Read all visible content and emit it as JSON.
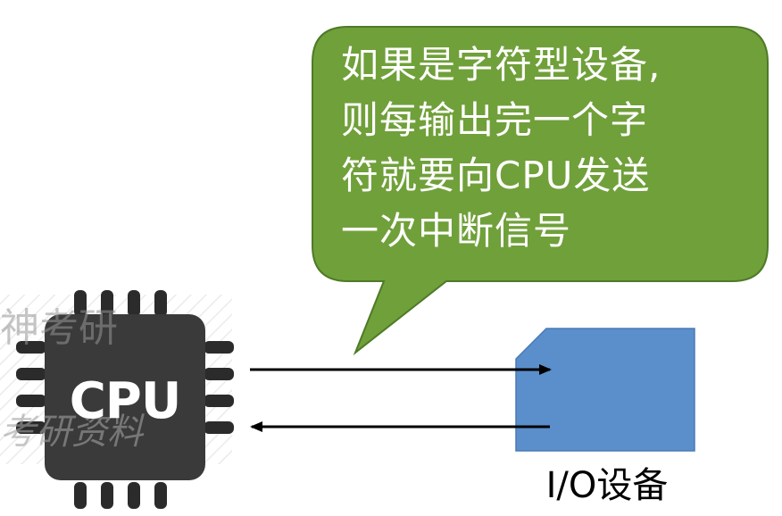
{
  "diagram": {
    "callout": {
      "lines": [
        "如果是字符型设备,",
        "则每输出完一个字",
        "符就要向CPU发送",
        "一次中断信号"
      ],
      "fill_color": "#70a03a",
      "border_color": "#4e7a27"
    },
    "cpu": {
      "label": "CPU",
      "chip_color": "#3a3a3a",
      "pin_color": "#2b2b2b"
    },
    "device": {
      "label": "I/O设备",
      "fill_color": "#5b8fcb",
      "border_color": "#4a7ab3"
    },
    "arrows": [
      {
        "from": "cpu",
        "to": "device"
      },
      {
        "from": "device",
        "to": "cpu"
      }
    ],
    "watermark": {
      "top": "神考研",
      "bottom": "考研资料"
    }
  }
}
